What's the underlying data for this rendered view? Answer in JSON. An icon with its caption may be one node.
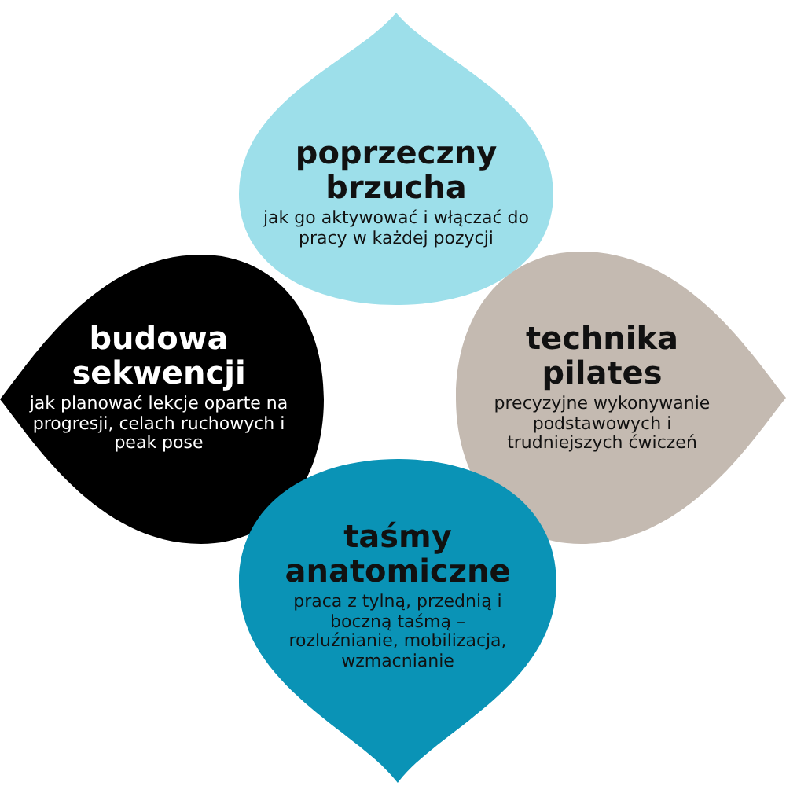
{
  "diagram": {
    "nodes": [
      {
        "text": [
          "poprzeczny brzucha",
          "jak go aktywować i włączać do pracy w każdej pozycji"
        ]
      },
      {
        "text": [
          "budowa sekwencji",
          "jak planować lekcje oparte na progresji, celach ruchowych i peak pose"
        ]
      },
      {
        "text": [
          "technika pilates",
          "precyzyjne wykonywanie podstawowych i trudniejszych ćwiczeń"
        ]
      },
      {
        "text": [
          "taśmy anatomiczne",
          "praca z tylną, przednią i boczną taśmą – rozluźnianie, mobilizacja, wzmacnianie"
        ]
      }
    ]
  }
}
